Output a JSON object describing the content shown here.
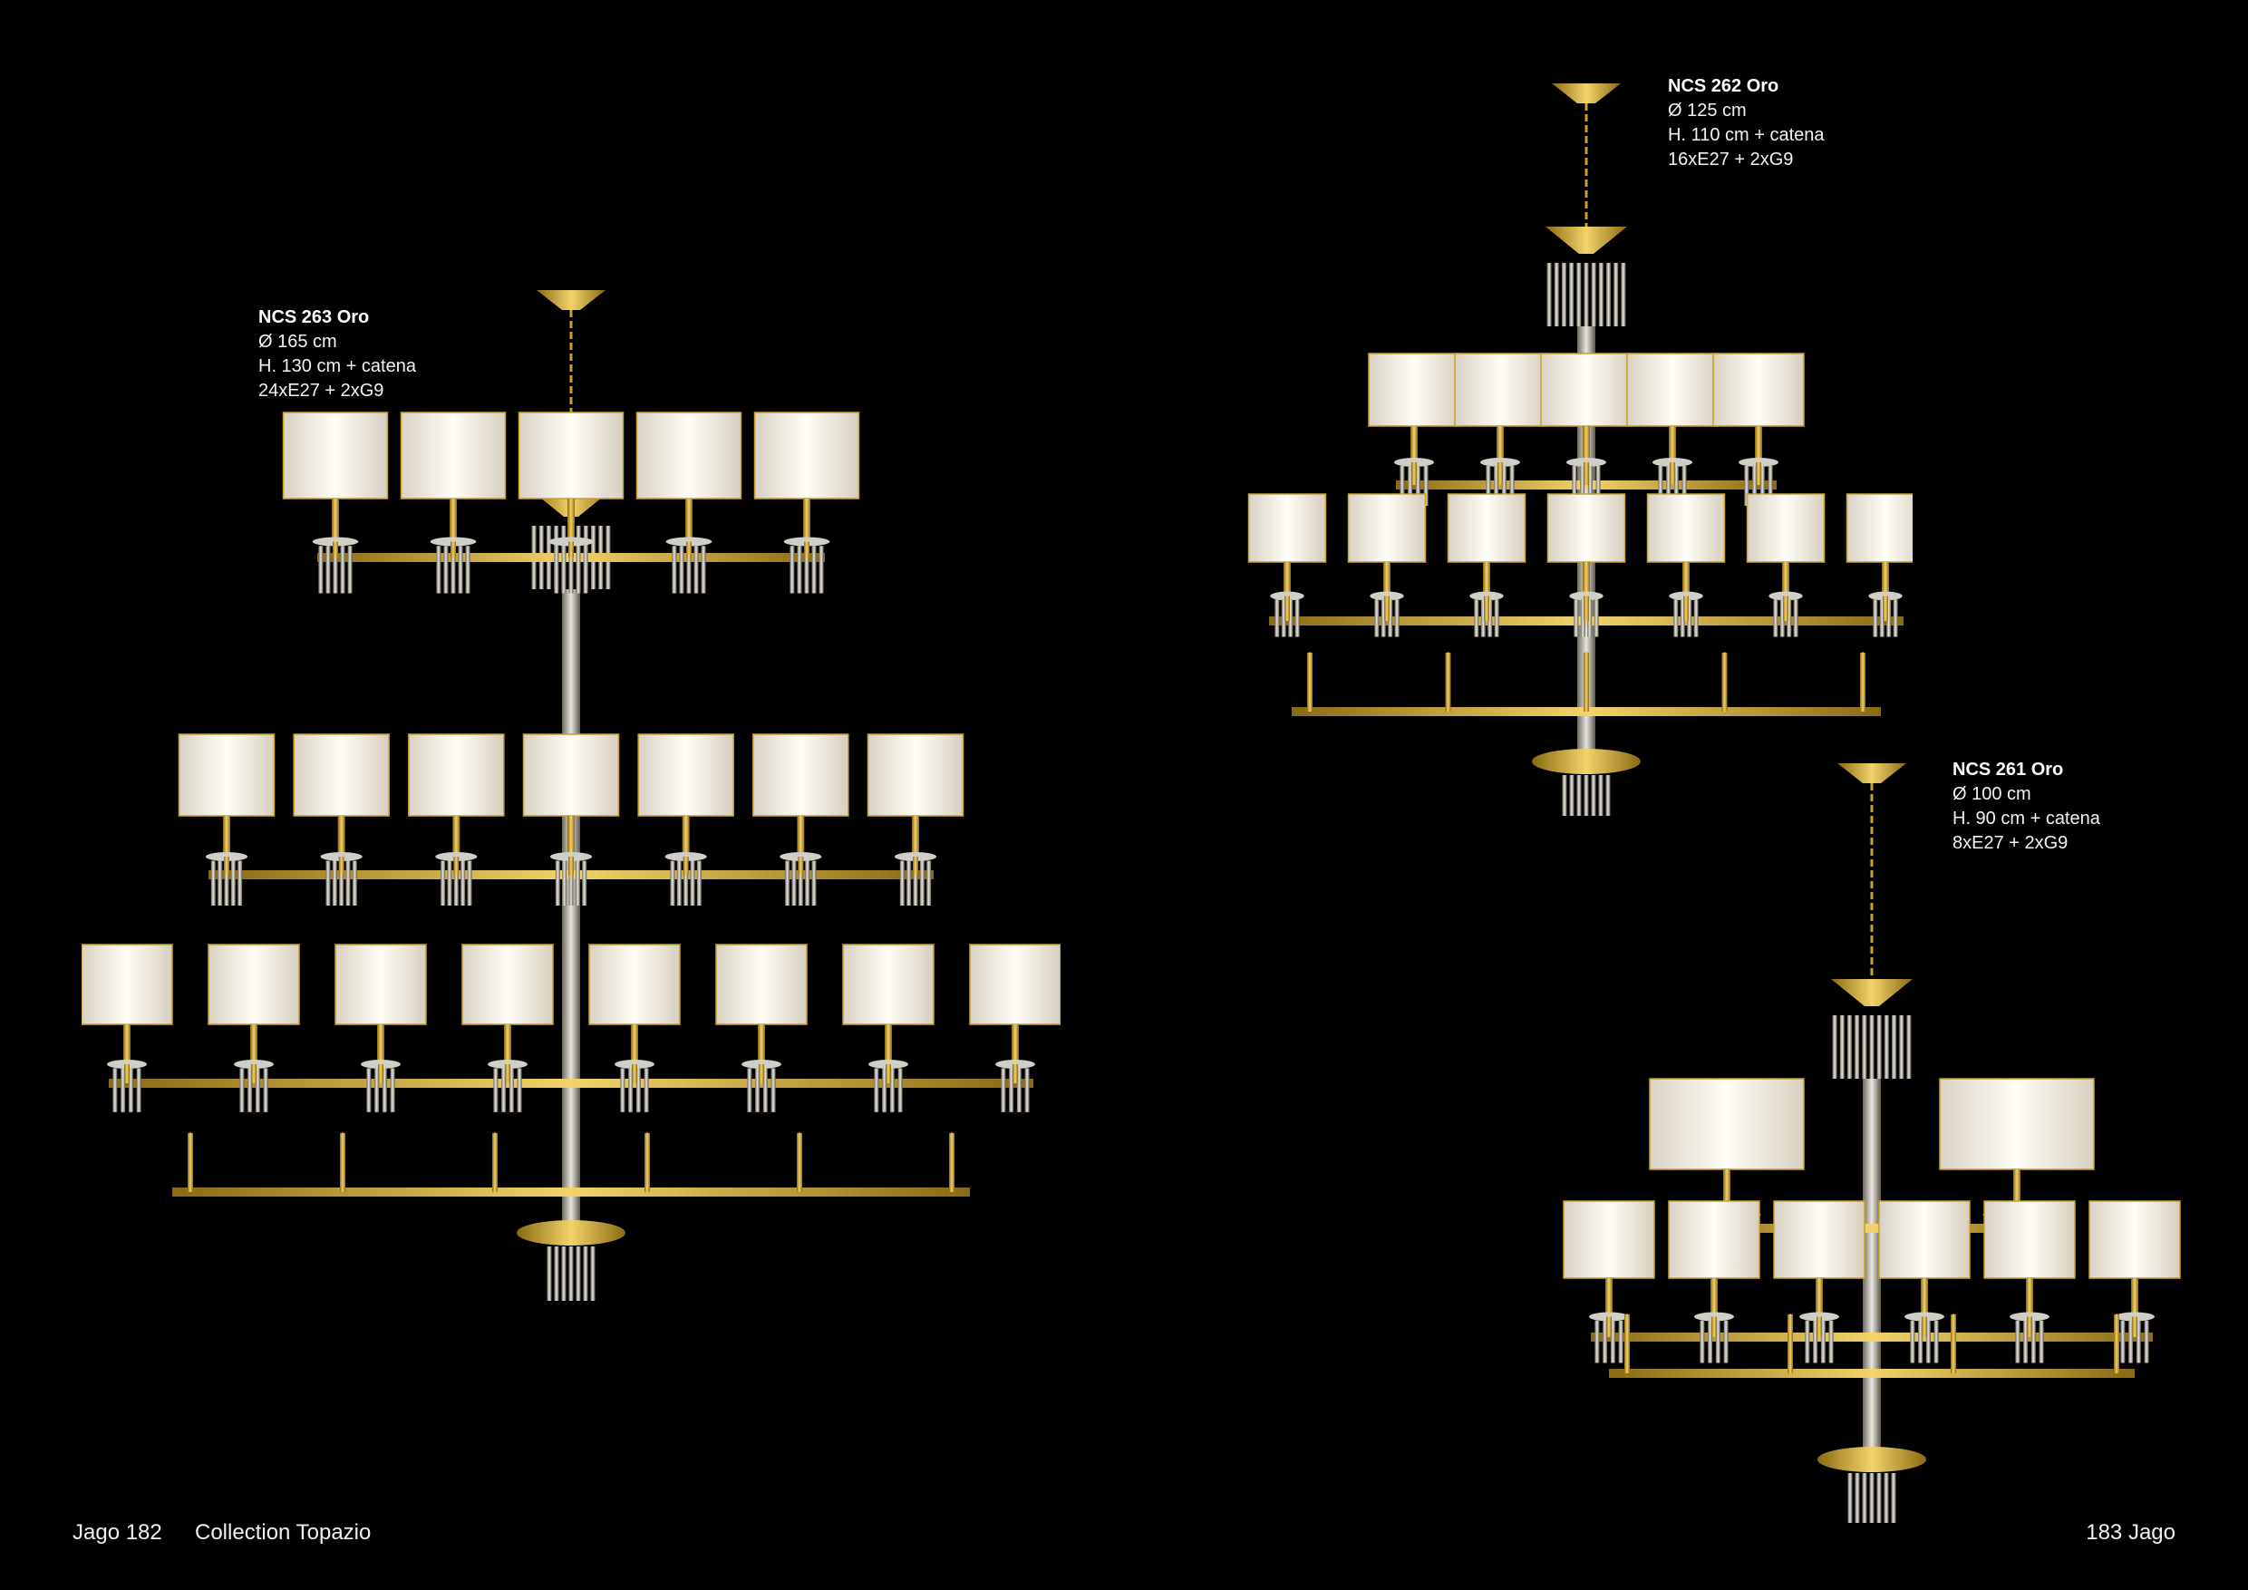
{
  "products": [
    {
      "name": "NCS 263 Oro",
      "diameter": "Ø 165 cm",
      "height": "H. 130 cm + catena",
      "bulbs": "24xE27 + 2xG9"
    },
    {
      "name": "NCS 262 Oro",
      "diameter": "Ø 125 cm",
      "height": "H. 110 cm + catena",
      "bulbs": "16xE27 + 2xG9"
    },
    {
      "name": "NCS 261 Oro",
      "diameter": "Ø 100 cm",
      "height": "H. 90 cm + catena",
      "bulbs": "8xE27 + 2xG9"
    }
  ],
  "footer": {
    "left_page": "Jago 182",
    "collection": "Collection Topazio",
    "right_page": "183 Jago"
  },
  "colors": {
    "background": "#000000",
    "gold": "#c9a227",
    "shade": "#f3efe6"
  }
}
